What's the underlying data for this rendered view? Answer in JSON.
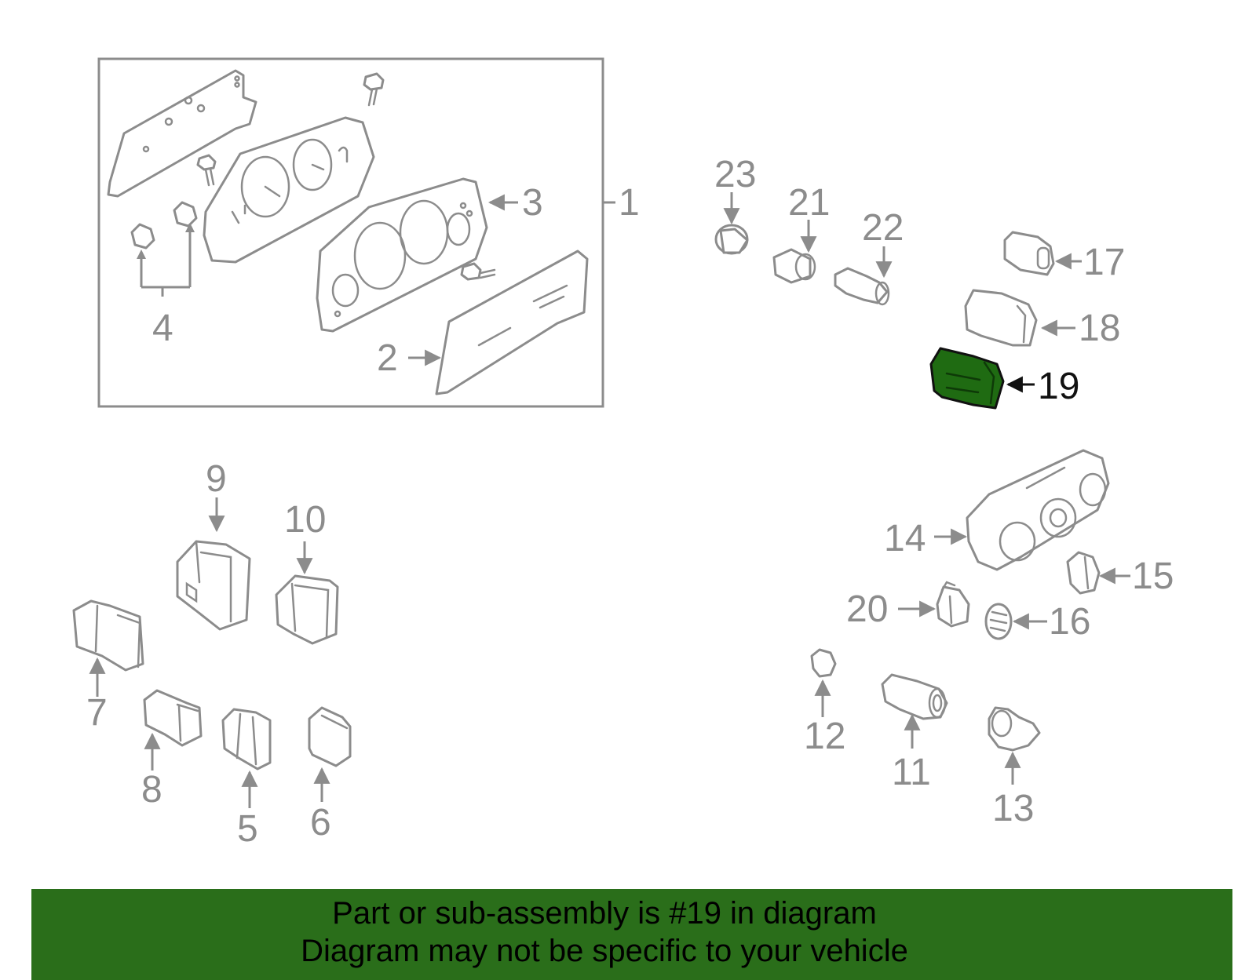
{
  "diagram": {
    "highlight_color": "#2a6e1a",
    "line_color": "#8c8c8c",
    "highlighted_part": "19",
    "callouts": {
      "c1": "1",
      "c2": "2",
      "c3": "3",
      "c4": "4",
      "c5": "5",
      "c6": "6",
      "c7": "7",
      "c8": "8",
      "c9": "9",
      "c10": "10",
      "c11": "11",
      "c12": "12",
      "c13": "13",
      "c14": "14",
      "c15": "15",
      "c16": "16",
      "c17": "17",
      "c18": "18",
      "c19": "19",
      "c20": "20",
      "c21": "21",
      "c22": "22",
      "c23": "23"
    }
  },
  "banner": {
    "line1": "Part or sub-assembly is #19 in diagram",
    "line2": "Diagram may not be specific to your vehicle",
    "background": "#2a6e1a"
  }
}
